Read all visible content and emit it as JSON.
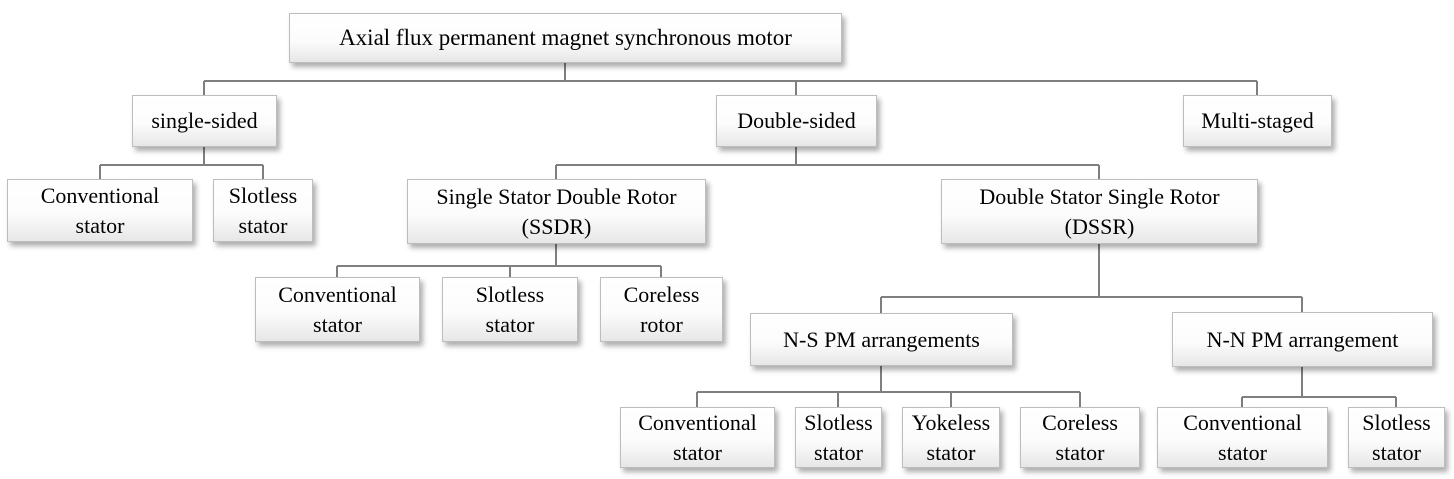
{
  "diagram": {
    "type": "tree",
    "line_color": "#7f7f7f",
    "box_border_color": "#bdbdbd",
    "box_fill_top": "#ffffff",
    "box_fill_bottom": "#e7e7e7",
    "nodes": {
      "root": {
        "label": "Axial flux permanent magnet synchronous motor",
        "lines": [
          "Axial flux permanent magnet synchronous motor"
        ]
      },
      "single": {
        "label": "single-sided",
        "lines": [
          "single-sided"
        ]
      },
      "double": {
        "label": "Double-sided",
        "lines": [
          "Double-sided"
        ]
      },
      "multi": {
        "label": "Multi-staged",
        "lines": [
          "Multi-staged"
        ]
      },
      "conv1": {
        "label": "Conventional stator",
        "lines": [
          "Conventional",
          "stator"
        ]
      },
      "slot1": {
        "label": "Slotless stator",
        "lines": [
          "Slotless",
          "stator"
        ]
      },
      "ssdr": {
        "label": "Single Stator Double Rotor (SSDR)",
        "lines": [
          "Single Stator Double Rotor",
          "(SSDR)"
        ]
      },
      "dssr": {
        "label": "Double Stator Single Rotor (DSSR)",
        "lines": [
          "Double Stator Single Rotor",
          "(DSSR)"
        ]
      },
      "conv2": {
        "label": "Conventional stator",
        "lines": [
          "Conventional",
          "stator"
        ]
      },
      "slot2": {
        "label": "Slotless stator",
        "lines": [
          "Slotless",
          "stator"
        ]
      },
      "corer": {
        "label": "Coreless rotor",
        "lines": [
          "Coreless",
          "rotor"
        ]
      },
      "ns": {
        "label": "N-S PM arrangements",
        "lines": [
          "N-S PM arrangements"
        ]
      },
      "nn": {
        "label": "N-N PM arrangement",
        "lines": [
          "N-N PM arrangement"
        ]
      },
      "conv3": {
        "label": "Conventional stator",
        "lines": [
          "Conventional",
          "stator"
        ]
      },
      "slot3": {
        "label": "Slotless stator",
        "lines": [
          "Slotless",
          "stator"
        ]
      },
      "yoke": {
        "label": "Yokeless stator",
        "lines": [
          "Yokeless",
          "stator"
        ]
      },
      "cores": {
        "label": "Coreless stator",
        "lines": [
          "Coreless",
          "stator"
        ]
      },
      "conv4": {
        "label": "Conventional stator",
        "lines": [
          "Conventional",
          "stator"
        ]
      },
      "slot4": {
        "label": "Slotless stator",
        "lines": [
          "Slotless",
          "stator"
        ]
      }
    },
    "edges": [
      [
        "root",
        "single"
      ],
      [
        "root",
        "double"
      ],
      [
        "root",
        "multi"
      ],
      [
        "single",
        "conv1"
      ],
      [
        "single",
        "slot1"
      ],
      [
        "double",
        "ssdr"
      ],
      [
        "double",
        "dssr"
      ],
      [
        "ssdr",
        "conv2"
      ],
      [
        "ssdr",
        "slot2"
      ],
      [
        "ssdr",
        "corer"
      ],
      [
        "dssr",
        "ns"
      ],
      [
        "dssr",
        "nn"
      ],
      [
        "ns",
        "conv3"
      ],
      [
        "ns",
        "slot3"
      ],
      [
        "ns",
        "yoke"
      ],
      [
        "ns",
        "cores"
      ],
      [
        "nn",
        "conv4"
      ],
      [
        "nn",
        "slot4"
      ]
    ]
  }
}
